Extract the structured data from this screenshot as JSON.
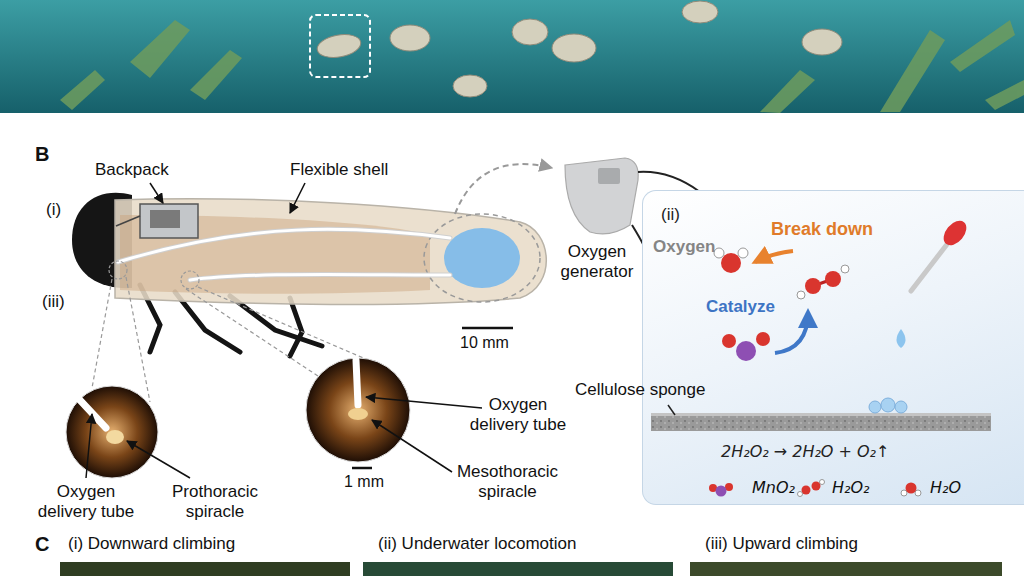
{
  "diagram": {
    "nodes": [
      {
        "text": [
          "(ii)",
          "Oxygen",
          "Break down",
          "Catalyze",
          "2H₂O₂ → 2H₂O + O₂↑"
        ]
      }
    ],
    "labels": [
      "B",
      "Backpack",
      "Flexible shell",
      "(i)",
      "(iii)",
      "Oxygen generator",
      "10 mm",
      "Oxygen delivery tube",
      "Prothoracic spiracle",
      "1 mm",
      "Oxygen delivery tube",
      "Mesothoracic spiracle",
      "Cellulose sponge",
      "C",
      "(i) Downward climbing",
      "(ii) Underwater locomotion",
      "(iii) Upward climbing"
    ],
    "legend": [
      {
        "text": "MnO₂"
      },
      {
        "text": "H₂O₂"
      },
      {
        "text": "H₂O"
      }
    ]
  }
}
